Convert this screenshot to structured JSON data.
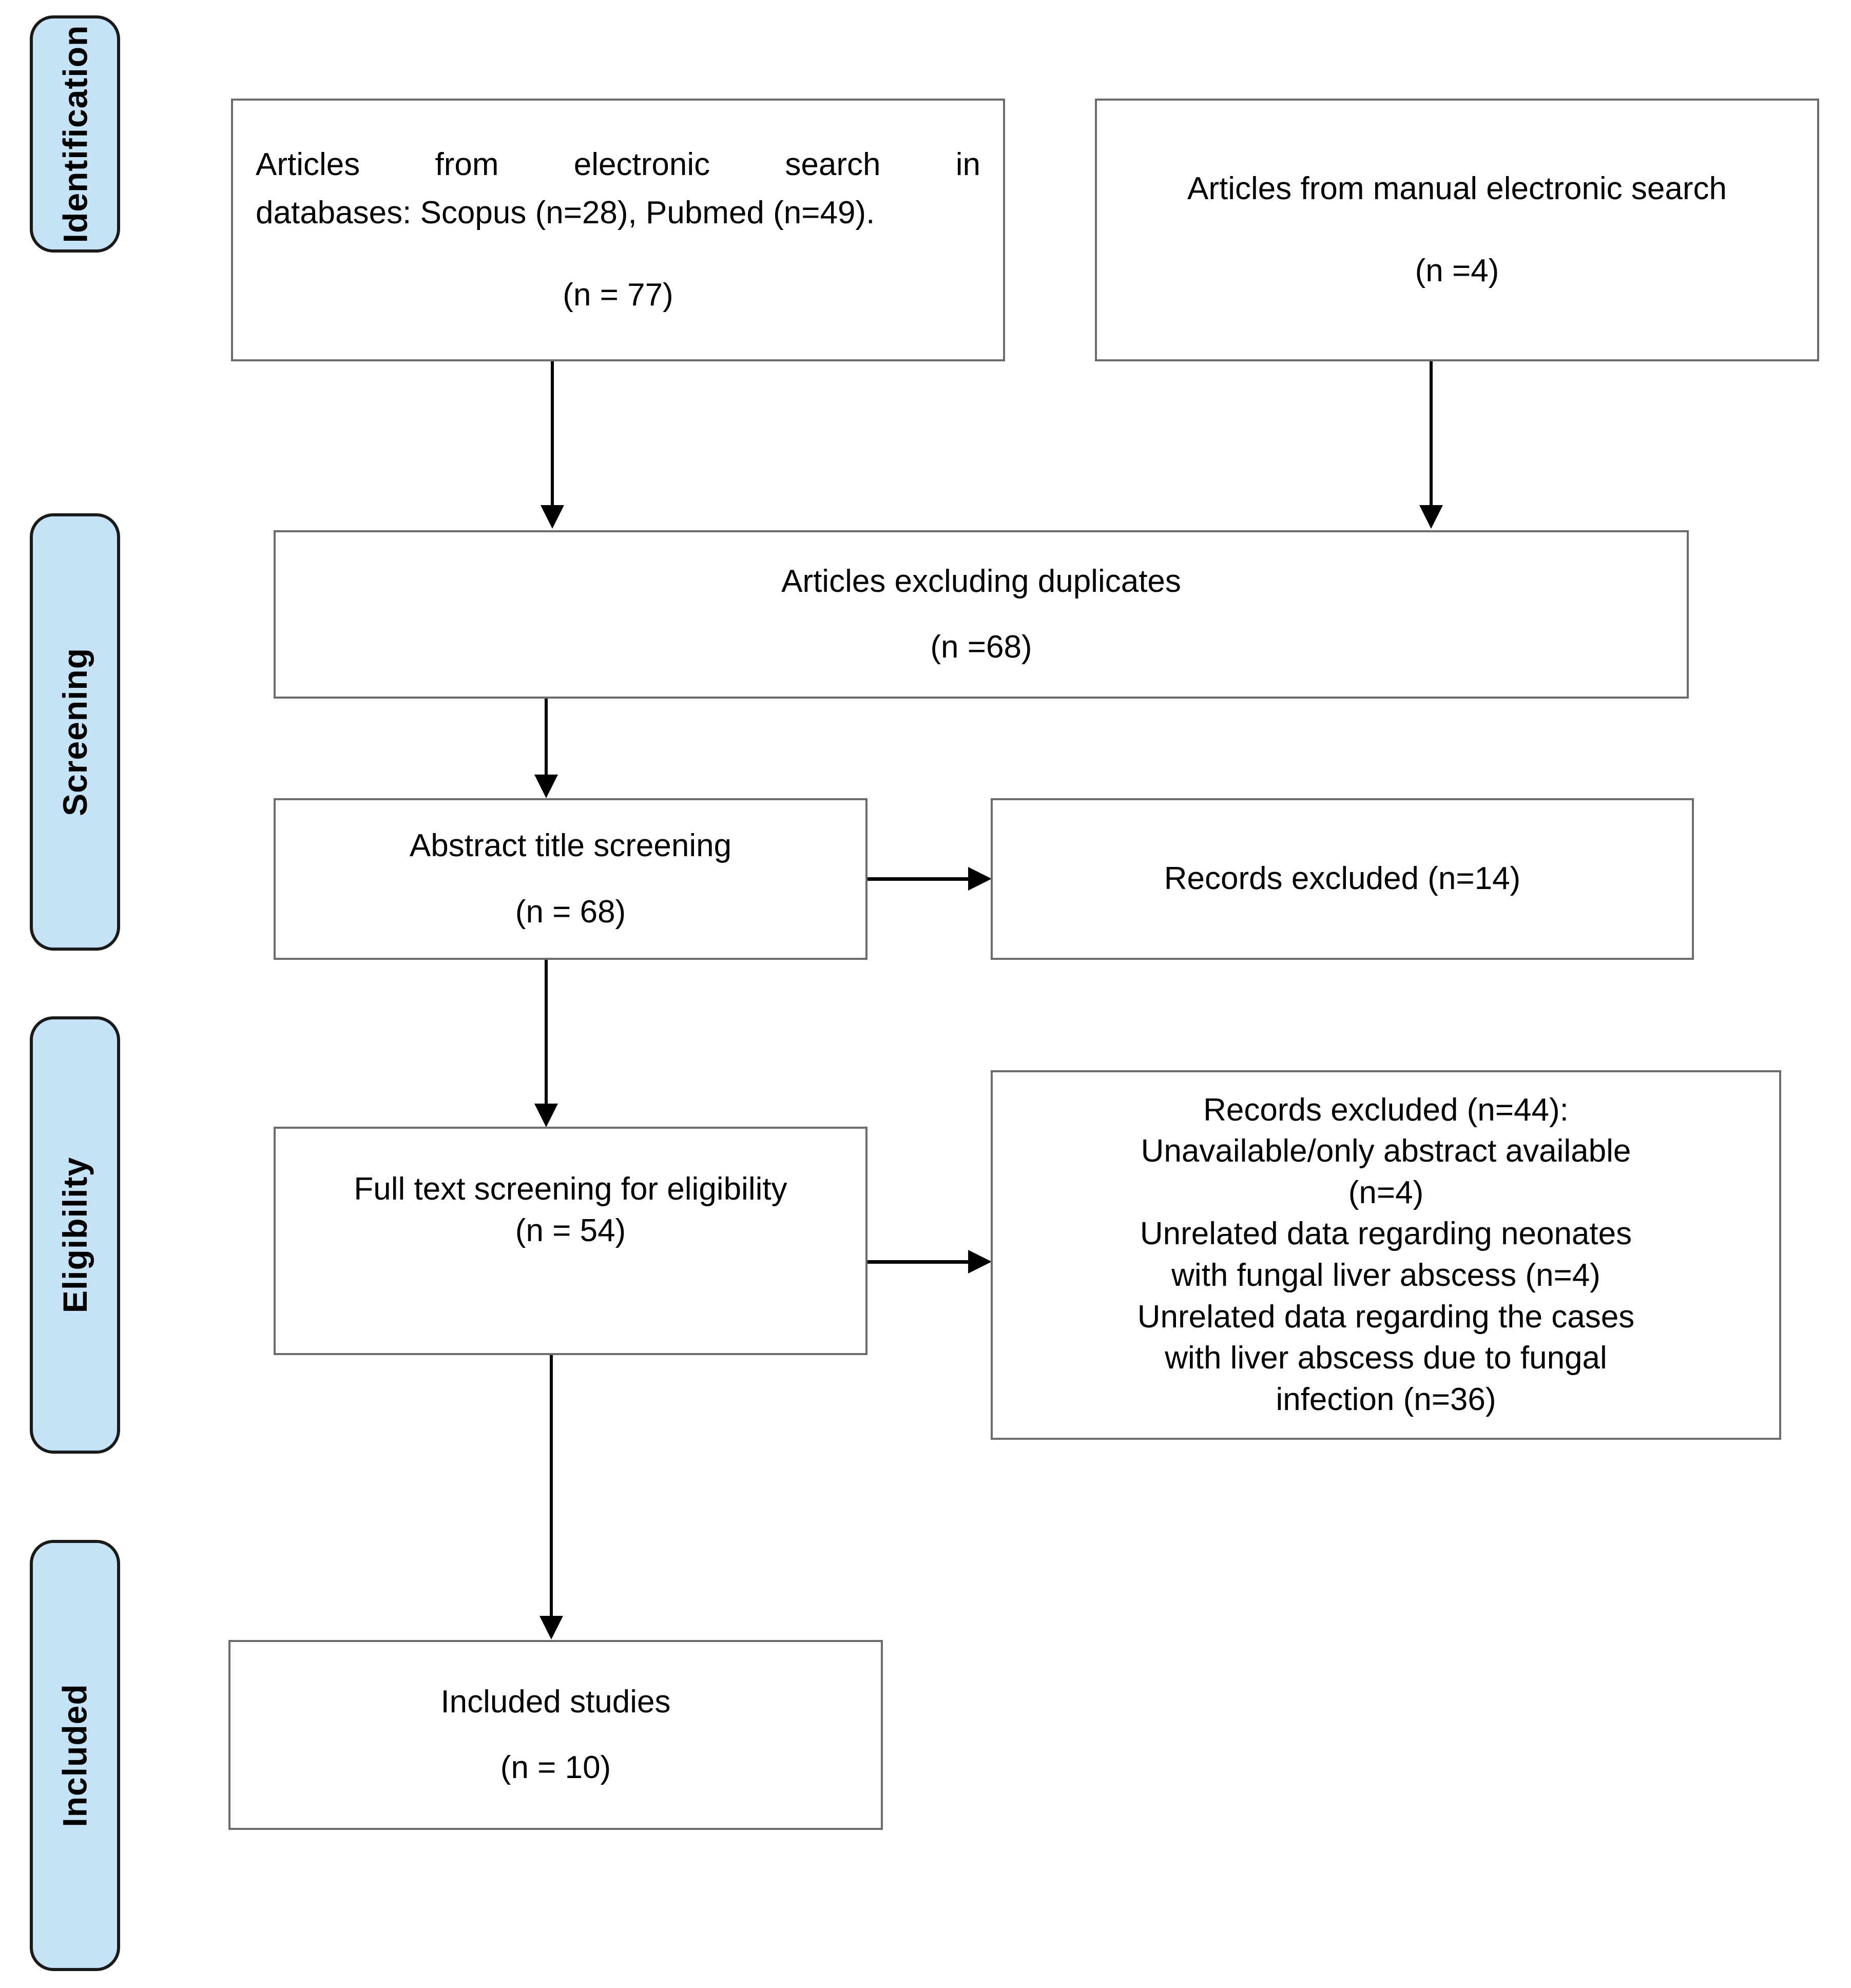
{
  "diagram": {
    "type": "prisma-flow-diagram",
    "stages": [
      {
        "id": "identification",
        "label": "Identification"
      },
      {
        "id": "screening",
        "label": "Screening"
      },
      {
        "id": "eligibility",
        "label": "Eligibility"
      },
      {
        "id": "included",
        "label": "Included"
      }
    ],
    "colors": {
      "stage_fill": "#c6e2f7",
      "stage_border": "#1a1a1a",
      "box_fill": "#ffffff",
      "box_border": "#6b6b6b",
      "connector": "#000000",
      "text": "#000000"
    },
    "boxes": {
      "electronic_search": {
        "line1": "Articles from electronic search in",
        "line2": "databases: Scopus (n=28), Pubmed (n=49).",
        "count": "(n = 77)"
      },
      "manual_search": {
        "line1": "Articles from manual electronic search",
        "count": "(n =4)"
      },
      "excluding_duplicates": {
        "line1": "Articles excluding duplicates",
        "count": "(n =68)"
      },
      "abstract_title_screening": {
        "line1": "Abstract title screening",
        "count": "(n = 68)"
      },
      "records_excluded_screening": {
        "line1": "Records excluded (n=14)"
      },
      "full_text_screening": {
        "line1": "Full text screening for eligibility",
        "count": "(n = 54)"
      },
      "records_excluded_eligibility": {
        "line1": "Records excluded (n=44):",
        "line2": "Unavailable/only abstract available",
        "line3": "(n=4)",
        "line4": "Unrelated data regarding neonates",
        "line5": "with fungal liver abscess (n=4)",
        "line6": "Unrelated data regarding the cases",
        "line7": "with liver abscess due to fungal",
        "line8": "infection (n=36)"
      },
      "included_studies": {
        "line1": "Included studies",
        "count": "(n = 10)"
      }
    }
  },
  "chart_data": {
    "type": "diagram",
    "title": "PRISMA study selection flow",
    "nodes": [
      {
        "id": "electronic_search",
        "stage": "Identification",
        "label": "Articles from electronic search in databases: Scopus (n=28), Pubmed (n=49).",
        "n": 77
      },
      {
        "id": "manual_search",
        "stage": "Identification",
        "label": "Articles from manual electronic search",
        "n": 4
      },
      {
        "id": "excluding_duplicates",
        "stage": "Screening",
        "label": "Articles excluding duplicates",
        "n": 68
      },
      {
        "id": "abstract_title_screening",
        "stage": "Screening",
        "label": "Abstract title screening",
        "n": 68
      },
      {
        "id": "records_excluded_screening",
        "stage": "Screening",
        "label": "Records excluded",
        "n": 14
      },
      {
        "id": "full_text_screening",
        "stage": "Eligibility",
        "label": "Full text screening for eligibility",
        "n": 54
      },
      {
        "id": "records_excluded_eligibility",
        "stage": "Eligibility",
        "label": "Records excluded",
        "n": 44,
        "reasons": [
          {
            "reason": "Unavailable/only abstract available",
            "n": 4
          },
          {
            "reason": "Unrelated data regarding neonates with fungal liver abscess",
            "n": 4
          },
          {
            "reason": "Unrelated data regarding the cases with liver abscess due to fungal infection",
            "n": 36
          }
        ]
      },
      {
        "id": "included_studies",
        "stage": "Included",
        "label": "Included studies",
        "n": 10
      }
    ],
    "edges": [
      {
        "from": "electronic_search",
        "to": "excluding_duplicates"
      },
      {
        "from": "manual_search",
        "to": "excluding_duplicates"
      },
      {
        "from": "excluding_duplicates",
        "to": "abstract_title_screening"
      },
      {
        "from": "abstract_title_screening",
        "to": "records_excluded_screening"
      },
      {
        "from": "abstract_title_screening",
        "to": "full_text_screening"
      },
      {
        "from": "full_text_screening",
        "to": "records_excluded_eligibility"
      },
      {
        "from": "full_text_screening",
        "to": "included_studies"
      }
    ]
  }
}
